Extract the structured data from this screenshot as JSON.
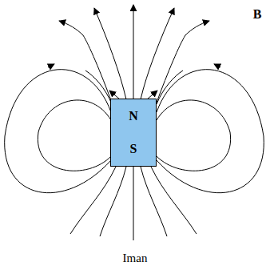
{
  "diagram": {
    "caption": "Iman",
    "nodes": [
      {
        "text": [
          "N",
          "S"
        ]
      }
    ],
    "labels": [
      "B"
    ]
  }
}
